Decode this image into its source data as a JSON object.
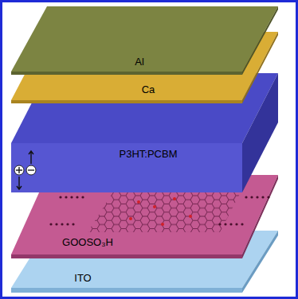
{
  "diagram": {
    "nodes": [
      {
        "text": [
          "Al"
        ]
      },
      {
        "text": [
          "Ca"
        ]
      },
      {
        "text": [
          "P3HT:PCBM"
        ]
      },
      {
        "text": [
          "GOOSO₃H"
        ]
      },
      {
        "text": [
          "ITO"
        ]
      }
    ]
  }
}
